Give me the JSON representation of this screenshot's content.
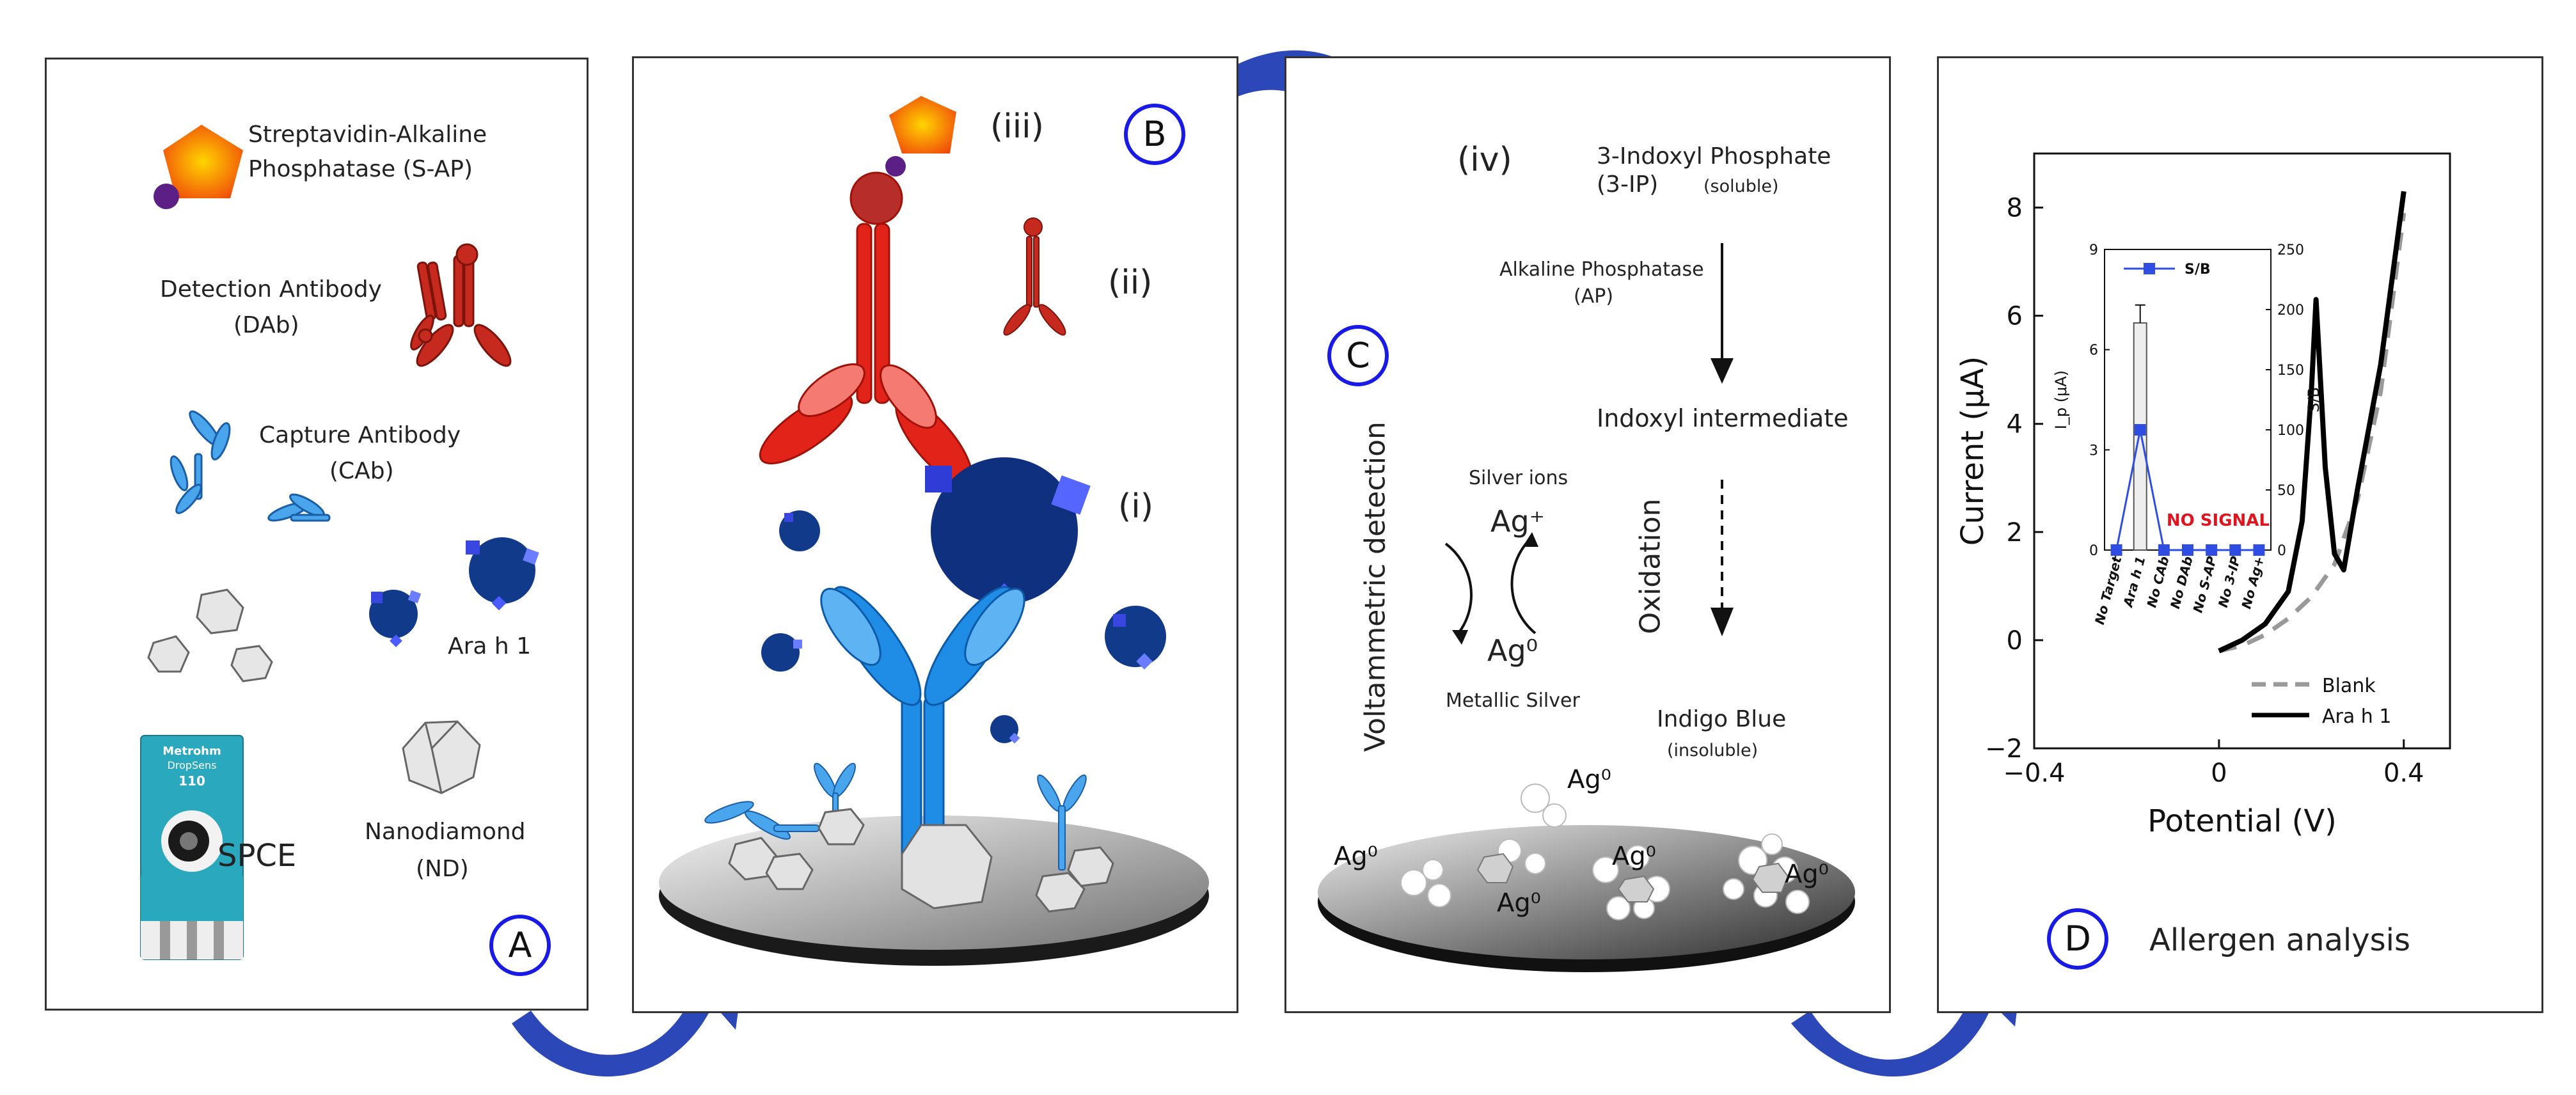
{
  "panelA": {
    "label": "A",
    "sap_line1": "Streptavidin-Alkaline",
    "sap_line2": "Phosphatase (S-AP)",
    "dab_line1": "Detection Antibody",
    "dab_line2": "(DAb)",
    "cab_line1": "Capture Antibody",
    "cab_line2": "(CAb)",
    "arah1": "Ara h 1",
    "spce": "SPCE",
    "nd_line1": "Nanodiamond",
    "nd_line2": "(ND)",
    "electrode_brand": "Metrohm",
    "electrode_brand2": "DropSens",
    "electrode_model": "110"
  },
  "panelB": {
    "label": "B",
    "i": "(i)",
    "ii": "(ii)",
    "iii": "(iii)"
  },
  "panelC": {
    "label": "C",
    "iv": "(iv)",
    "ip_line1": "3-Indoxyl Phosphate",
    "ip_line2": "(3-IP)",
    "ip_note": "(soluble)",
    "ap_line1": "Alkaline Phosphatase",
    "ap_line2": "(AP)",
    "intermediate": "Indoxyl intermediate",
    "oxidation": "Oxidation",
    "indigo": "Indigo Blue",
    "indigo_note": "(insoluble)",
    "volt": "Voltammetric detection",
    "silver_ions": "Silver ions",
    "ag_plus": "Ag⁺",
    "ag0": "Ag⁰",
    "metallic_silver": "Metallic Silver"
  },
  "panelD": {
    "label": "D",
    "caption": "Allergen analysis",
    "inset_nosignal": "NO SIGNAL",
    "inset_legend": "S/B"
  },
  "chart_data": [
    {
      "type": "line",
      "xlabel": "Potential (V)",
      "ylabel": "Current (μA)",
      "xlim": [
        -0.4,
        0.5
      ],
      "ylim": [
        -2,
        9
      ],
      "xticks": [
        "-0.4",
        "0",
        "0.4"
      ],
      "yticks": [
        "-2",
        "0",
        "2",
        "4",
        "6",
        "8"
      ],
      "series": [
        {
          "name": "Blank",
          "style": "dashed",
          "color": "#999999",
          "x": [
            0,
            0.05,
            0.1,
            0.15,
            0.2,
            0.25,
            0.3,
            0.35,
            0.4
          ],
          "y": [
            -0.2,
            -0.1,
            0.1,
            0.4,
            0.8,
            1.4,
            2.6,
            4.6,
            7.9
          ]
        },
        {
          "name": "Ara h 1",
          "style": "solid",
          "color": "#000000",
          "x": [
            0,
            0.05,
            0.1,
            0.15,
            0.18,
            0.2,
            0.21,
            0.23,
            0.25,
            0.27,
            0.3,
            0.35,
            0.4
          ],
          "y": [
            -0.2,
            0.0,
            0.3,
            0.9,
            2.2,
            4.6,
            6.3,
            3.2,
            1.6,
            1.3,
            2.8,
            5.1,
            8.3
          ]
        }
      ]
    },
    {
      "type": "bar",
      "categories": [
        "No Target",
        "Ara h 1",
        "No CAb",
        "No DAb",
        "No S-AP",
        "No 3-IP",
        "No Ag+"
      ],
      "ylabel": "I_p (μA)",
      "y2label": "S/B",
      "ylim": [
        0,
        9
      ],
      "yticks": [
        "0",
        "3",
        "6",
        "9"
      ],
      "y2lim": [
        0,
        250
      ],
      "y2ticks": [
        "0",
        "50",
        "100",
        "150",
        "200",
        "250"
      ],
      "bars": [
        0,
        6.8,
        0,
        0,
        0,
        0,
        0
      ],
      "sb_series": {
        "name": "S/B",
        "values": [
          0,
          100,
          0,
          0,
          0,
          0,
          0
        ]
      }
    }
  ]
}
